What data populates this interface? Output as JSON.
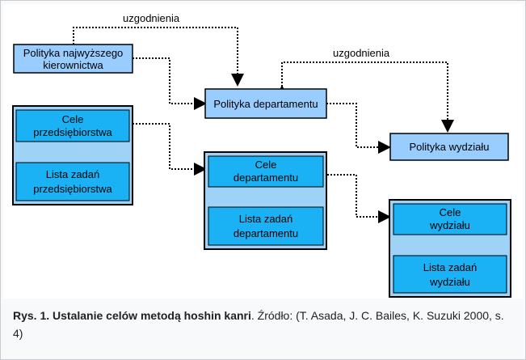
{
  "diagram": {
    "arrow_label_top": "uzgodnienia",
    "arrow_label_right": "uzgodnienia",
    "boxes": {
      "top_mgmt_policy": [
        "Polityka najwyższego",
        "kierownictwa"
      ],
      "dept_policy": [
        "Polityka departamentu"
      ],
      "division_policy": [
        "Polityka wydziału"
      ],
      "company_goals": [
        "Cele",
        "przedsiębiorstwa"
      ],
      "company_tasks": [
        "Lista zadań",
        "przedsiębiorstwa"
      ],
      "dept_goals": [
        "Cele",
        "departamentu"
      ],
      "dept_tasks": [
        "Lista zadań",
        "departamentu"
      ],
      "division_goals": [
        "Cele",
        "wydziału"
      ],
      "division_tasks": [
        "Lista zadań",
        "wydziału"
      ]
    }
  },
  "caption": {
    "title": "Rys. 1. Ustalanie celów metodą hoshin kanri",
    "source": ". Źródło: (T. Asada, J. C. Bailes, K. Suzuki 2000, s. 4)"
  }
}
